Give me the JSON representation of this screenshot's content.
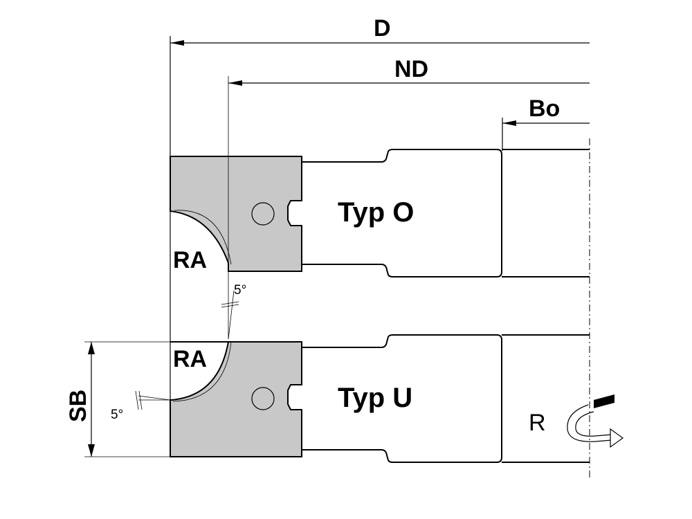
{
  "labels": {
    "D": "D",
    "ND": "ND",
    "Bo": "Bo",
    "RA_top": "RA",
    "RA_bottom": "RA",
    "typ_o": "Typ O",
    "typ_u": "Typ U",
    "SB": "SB",
    "angle_top": "5°",
    "angle_bottom": "5°",
    "R": "R"
  },
  "colors": {
    "blade_fill": "#c8c8c8",
    "line": "#000000",
    "background": "#ffffff"
  },
  "icons": {
    "rotation": "rotation-arrow-icon"
  }
}
